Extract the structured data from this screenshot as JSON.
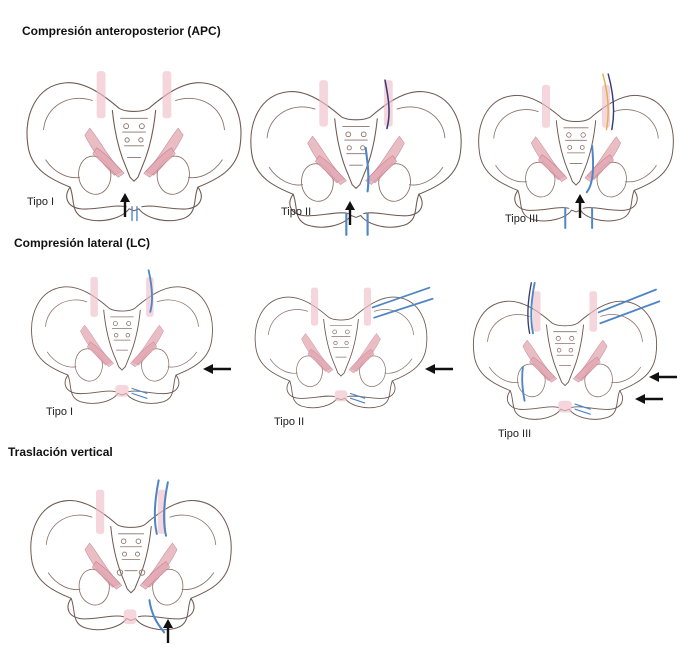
{
  "sections": {
    "apc": {
      "title": "Compresión anteroposterior (APC)"
    },
    "lc": {
      "title": "Compresión lateral (LC)"
    },
    "vs": {
      "title": "Traslación vertical"
    }
  },
  "labels": {
    "apc_tipo1": "Tipo I",
    "apc_tipo2": "Tipo II",
    "apc_tipo3": "Tipo III",
    "lc_tipo1": "Tipo I",
    "lc_tipo2": "Tipo II",
    "lc_tipo3": "Tipo III"
  },
  "colors": {
    "bone_outline": "#6f5a52",
    "ligament": "#e3a7b2",
    "fracture_line": "#4e86c6",
    "arrow": "#111111"
  },
  "icons": {
    "force_arrow": "arrow"
  }
}
